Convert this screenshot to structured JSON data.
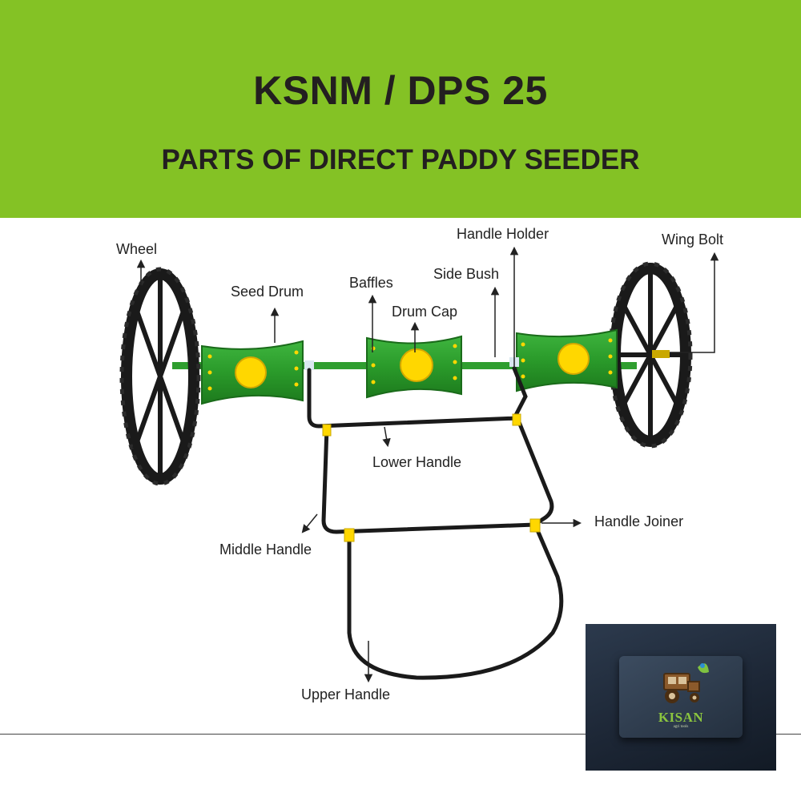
{
  "header": {
    "title": "KSNM / DPS 25",
    "subtitle": "PARTS OF DIRECT PADDY SEEDER",
    "background_color": "#84c225"
  },
  "parts": {
    "wheel": "Wheel",
    "seed_drum": "Seed Drum",
    "baffles": "Baffles",
    "drum_cap": "Drum Cap",
    "side_bush": "Side Bush",
    "handle_holder": "Handle Holder",
    "wing_bolt": "Wing Bolt",
    "lower_handle": "Lower Handle",
    "handle_joiner": "Handle Joiner",
    "middle_handle": "Middle Handle",
    "upper_handle": "Upper Handle"
  },
  "logo": {
    "brand": "KISAN",
    "tagline": "agri tools",
    "icon": "tractor-icon"
  },
  "colors": {
    "drum_green": "#2f9e2f",
    "cap_yellow": "#ffd700",
    "frame_black": "#1a1a1a"
  }
}
